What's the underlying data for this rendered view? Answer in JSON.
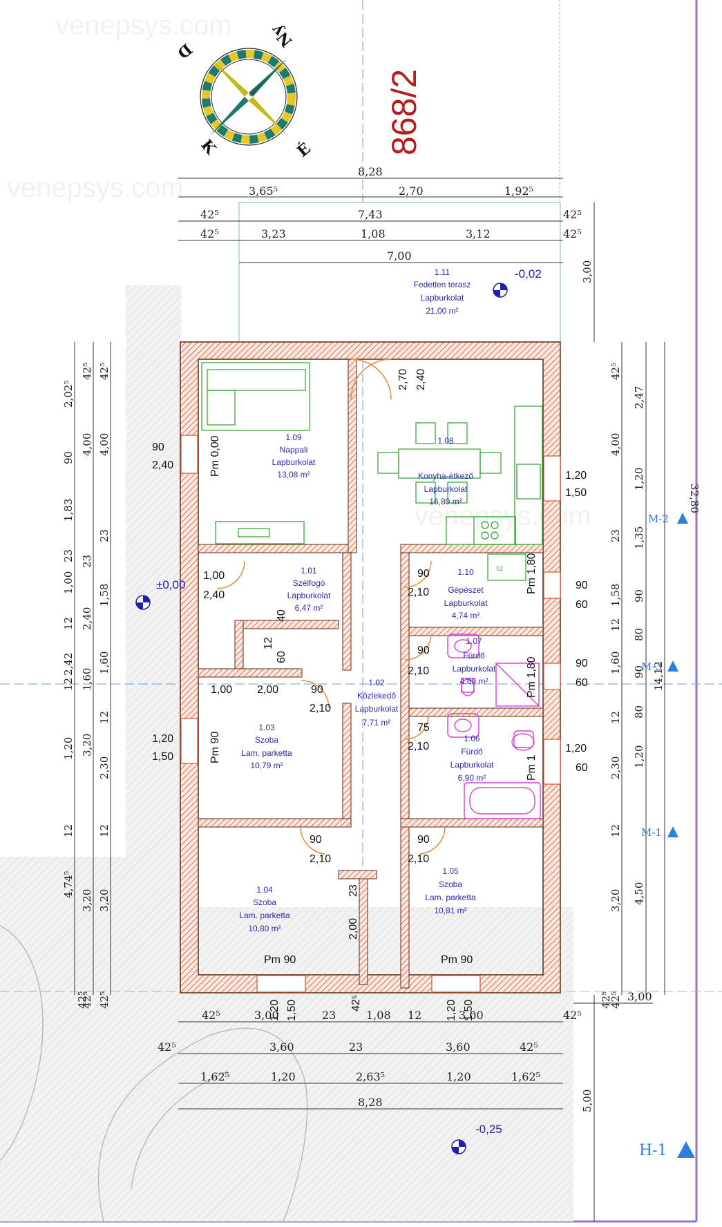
{
  "plot_number": "868/2",
  "watermark": "venepsys.com",
  "compass": {
    "north": "É",
    "south": "D",
    "east": "K",
    "west": "Ny"
  },
  "levels": {
    "terrace": "-0,02",
    "floor": "±0,00",
    "ground": "-0,25"
  },
  "section_marks": {
    "m2": "M-2",
    "m3": "M-3",
    "m1": "M-1",
    "h1": "H-1"
  },
  "rooms": [
    {
      "id": "1.09",
      "name": "Nappali",
      "floor": "Lapburkolat",
      "area": "13,08 m²"
    },
    {
      "id": "1.08",
      "name": "Konyha-étkező",
      "floor": "Lapburkolat",
      "area": "16,80 m²"
    },
    {
      "id": "1.01",
      "name": "Szélfogó",
      "floor": "Lapburkolat",
      "area": "6,47 m²"
    },
    {
      "id": "1.10",
      "name": "Gépészet",
      "floor": "Lapburkolat",
      "area": "4,74 m²"
    },
    {
      "id": "1.07",
      "name": "Fürdő",
      "floor": "Lapburkolat",
      "area": "4,80 m²"
    },
    {
      "id": "1.02",
      "name": "Közlekedő",
      "floor": "Lapburkolat",
      "area": "7,71 m²"
    },
    {
      "id": "1.03",
      "name": "Szoba",
      "floor": "Lam. parketta",
      "area": "10,79 m²"
    },
    {
      "id": "1.06",
      "name": "Fürdő",
      "floor": "Lapburkolat",
      "area": "6,90 m²"
    },
    {
      "id": "1.04",
      "name": "Szoba",
      "floor": "Lam. parketta",
      "area": "10,80 m²"
    },
    {
      "id": "1.05",
      "name": "Szoba",
      "floor": "Lam. parketta",
      "area": "10,81 m²"
    },
    {
      "id": "1.11",
      "name": "Fedetlen terasz",
      "floor": "Lapburkolat",
      "area": "21,00 m²"
    }
  ],
  "dims_top": {
    "total": "8,28",
    "row1": [
      "3,65⁵",
      "2,70",
      "1,92⁵"
    ],
    "row2": [
      "42⁵",
      "7,43",
      "42⁵"
    ],
    "row3": [
      "42⁵",
      "3,23",
      "1,08",
      "3,12",
      "42⁵"
    ],
    "terrace_width": "7,00",
    "terrace_depth": "3,00"
  },
  "dims_bottom": {
    "row1": [
      "42⁵",
      "3,00",
      "23",
      "1,08",
      "12",
      "3,00",
      "42⁵"
    ],
    "row2": [
      "42⁵",
      "3,60",
      "23",
      "3,60",
      "42⁵"
    ],
    "row3": [
      "1,62⁵",
      "1,20",
      "2,63⁵",
      "1,20",
      "1,62⁵"
    ],
    "total": "8,28",
    "side": "3,00",
    "depth": "5,00",
    "thick": "42⁵"
  },
  "dims_left": {
    "col1": [
      "2,02⁵",
      "90",
      "1,83",
      "23",
      "1,00",
      "12",
      "2,42",
      "12",
      "1,20",
      "12",
      "4,74⁵",
      "42⁵"
    ],
    "col2": [
      "42⁵",
      "4,00",
      "23",
      "2,40",
      "1,60",
      "3,20",
      "3,20",
      "42⁵"
    ],
    "col3": [
      "42⁵",
      "4,00",
      "23",
      "1,58",
      "1,60",
      "12",
      "2,30",
      "12",
      "3,20",
      "42⁵"
    ]
  },
  "dims_right": {
    "col1": [
      "42⁵",
      "4,00",
      "23",
      "1,58",
      "12",
      "1,60",
      "12",
      "2,30",
      "12",
      "3,20",
      "42⁵"
    ],
    "col2": [
      "2,47",
      "1,20",
      "1,35",
      "90",
      "80",
      "90",
      "80",
      "1,20",
      "4,50"
    ],
    "col3": [
      "32,80",
      "14,12"
    ]
  },
  "openings": {
    "win_nappali": [
      "90",
      "2,40"
    ],
    "win_kitchen": [
      "1,20",
      "1,50"
    ],
    "door_entry": [
      "1,00",
      "2,40"
    ],
    "door_main": [
      "2,70",
      "2,40"
    ],
    "door_gep": [
      "90",
      "2,10"
    ],
    "win_gep": [
      "90",
      "60"
    ],
    "door_furdo7": [
      "90",
      "2,10"
    ],
    "win_furdo7": [
      "90",
      "60"
    ],
    "door_szoba3": [
      "90",
      "2,10"
    ],
    "door_furdo6": [
      "75",
      "2,10"
    ],
    "win_szoba3": [
      "1,20",
      "1,50"
    ],
    "win_furdo6": [
      "1,20",
      "60"
    ],
    "door_szoba4": [
      "90",
      "2,10"
    ],
    "door_szoba5": [
      "90",
      "2,10"
    ],
    "win_bottom_left": [
      "1,20",
      "1,50"
    ],
    "win_bottom_right": [
      "1,20",
      "1,50"
    ],
    "bottom_mid": "42⁵",
    "corridor_small": [
      "1,00",
      "2,00"
    ],
    "szelfogo_small": [
      "40",
      "12",
      "60"
    ],
    "corr_vert": [
      "23",
      "2,00"
    ]
  },
  "pm": {
    "nappali": "Pm 0,00",
    "gep": "Pm 1,80",
    "furdo7": "Pm 1,80",
    "szoba3": "Pm 90",
    "furdo6": "Pm 1",
    "szoba4": "Pm 90",
    "szoba5": "Pm 90"
  },
  "furniture": {
    "sz": "SZ"
  },
  "colors": {
    "wall_outline": "#5a2a14",
    "wall_hatch": "#d2552e",
    "room_text": "#2a2ab8",
    "furniture": "#2aa02a",
    "sanitary": "#d93fd9",
    "plot_number": "#b71c1c",
    "axis": "#6a9be0",
    "paving": "#cfcfcf",
    "plot_line": "#9a6fc8"
  }
}
